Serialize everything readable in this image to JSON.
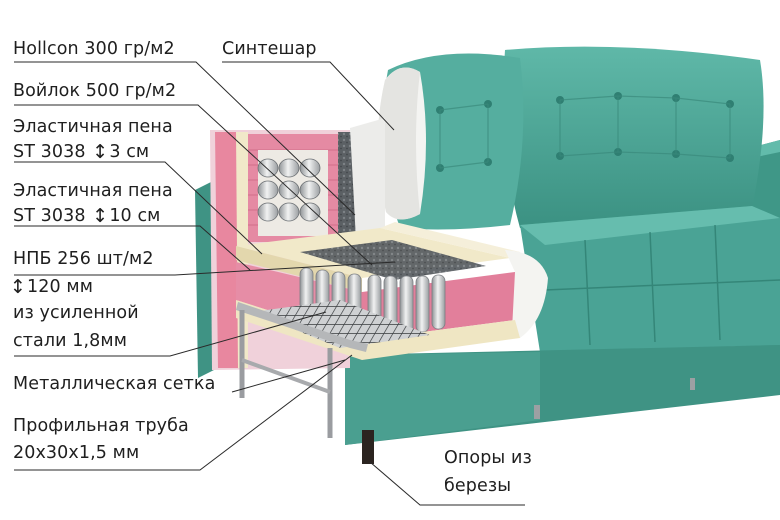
{
  "colors": {
    "velour": "#4fa99a",
    "velour_dark": "#2f7f72",
    "foam_pink": "#e68da6",
    "foam_cream": "#f1e9c9",
    "felt_grey": "#555a5e",
    "metal": "#a6a8ab",
    "leader_line": "#2a2a2a"
  },
  "labels": {
    "hollcon": "Hollcon 300 гр/м2",
    "sintepon": "Синтешар",
    "voylok": "Войлок 500 гр/м2",
    "foam3_line1": "Эластичная пена",
    "foam3_line2a": "ST 3038",
    "foam3_line2b": "3 см",
    "foam10_line1": "Эластичная пена",
    "foam10_line2a": "ST 3038",
    "foam10_line2b": "10 см",
    "npb_line1": "НПБ 256 шт/м2",
    "npb_line2": "120 мм",
    "npb_line3": "из усиленной",
    "npb_line4": "стали 1,8мм",
    "mesh": "Металлическая сетка",
    "tube_line1": "Профильная труба",
    "tube_line2": "20х30х1,5 мм",
    "legs_line1": "Опоры из",
    "legs_line2": "березы"
  },
  "icons": {
    "height_arrow": "up-down-arrow-icon"
  }
}
